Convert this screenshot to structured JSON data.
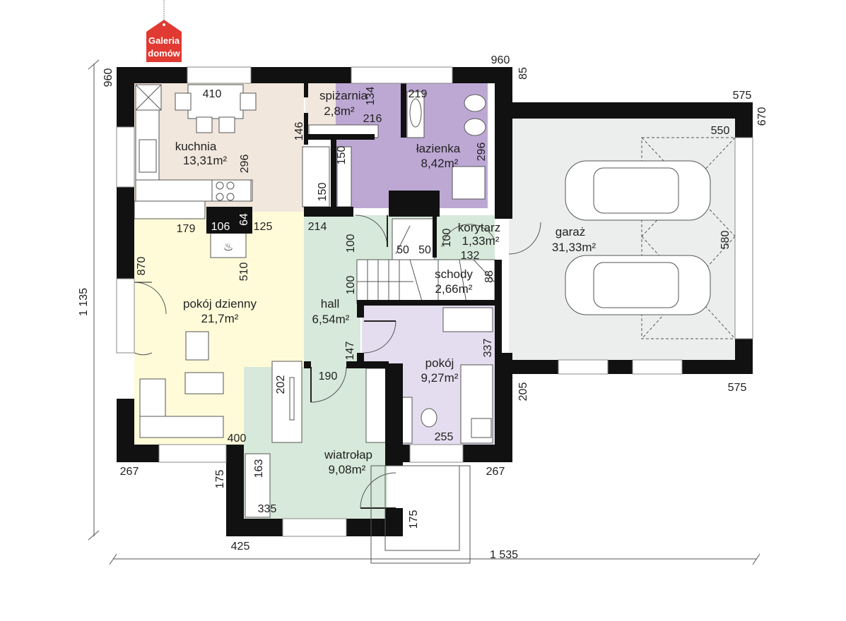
{
  "logo": {
    "line1": "Galeria",
    "line2": "domów",
    "color": "#e03a32"
  },
  "colors": {
    "kitchen": "#f2e7dd",
    "living": "#fffbd9",
    "bathroom": "#bda8d4",
    "circulation": "#d7e9da",
    "bedroom": "#e4ddef",
    "garage": "#eceeed",
    "wall": "#111111"
  },
  "rooms": {
    "kuchnia": {
      "name": "kuchnia",
      "area": "13,31m²"
    },
    "spizarnia": {
      "name": "spiżarnia",
      "area": "2,8m²"
    },
    "lazienka": {
      "name": "łazienka",
      "area": "8,42m²"
    },
    "korytarz": {
      "name": "korytarz",
      "area": "1,33m²"
    },
    "garaz": {
      "name": "garaż",
      "area": "31,33m²"
    },
    "pokoj_dzienny": {
      "name": "pokój dzienny",
      "area": "21,7m²"
    },
    "hall": {
      "name": "hall",
      "area": "6,54m²"
    },
    "schody": {
      "name": "schody",
      "area": "2,66m²"
    },
    "pokoj": {
      "name": "pokój",
      "area": "9,27m²"
    },
    "wiatrolap": {
      "name": "wiatrołap",
      "area": "9,08m²"
    }
  },
  "dimensions": {
    "top_960": "960",
    "top_85": "85",
    "left_960": "960",
    "left_1135": "1 135",
    "r_575_top": "575",
    "r_670": "670",
    "g_550": "550",
    "g_580": "580",
    "r_575_bot": "575",
    "k_410": "410",
    "k_296": "296",
    "sp_146": "146",
    "sp_134": "134",
    "sp_216": "216",
    "b_219": "219",
    "b_296": "296",
    "b_150": "150",
    "k_150": "150",
    "f_179": "179",
    "f_106": "106",
    "f_64": "64",
    "f_125": "125",
    "h_214": "214",
    "l_510": "510",
    "l_870": "870",
    "h_100a": "100",
    "h_100b": "100",
    "s_50a": "50",
    "s_50b": "50",
    "c_100": "100",
    "c_132": "132",
    "s_88": "88",
    "h_147": "147",
    "p_337": "337",
    "l_202": "202",
    "w_190": "190",
    "l_400": "400",
    "p_255": "255",
    "r_205": "205",
    "bl_267": "267",
    "br_267": "267",
    "w_175a": "175",
    "w_175b": "175",
    "w_163": "163",
    "w_335": "335",
    "w_425": "425",
    "total_1535": "1 535"
  }
}
